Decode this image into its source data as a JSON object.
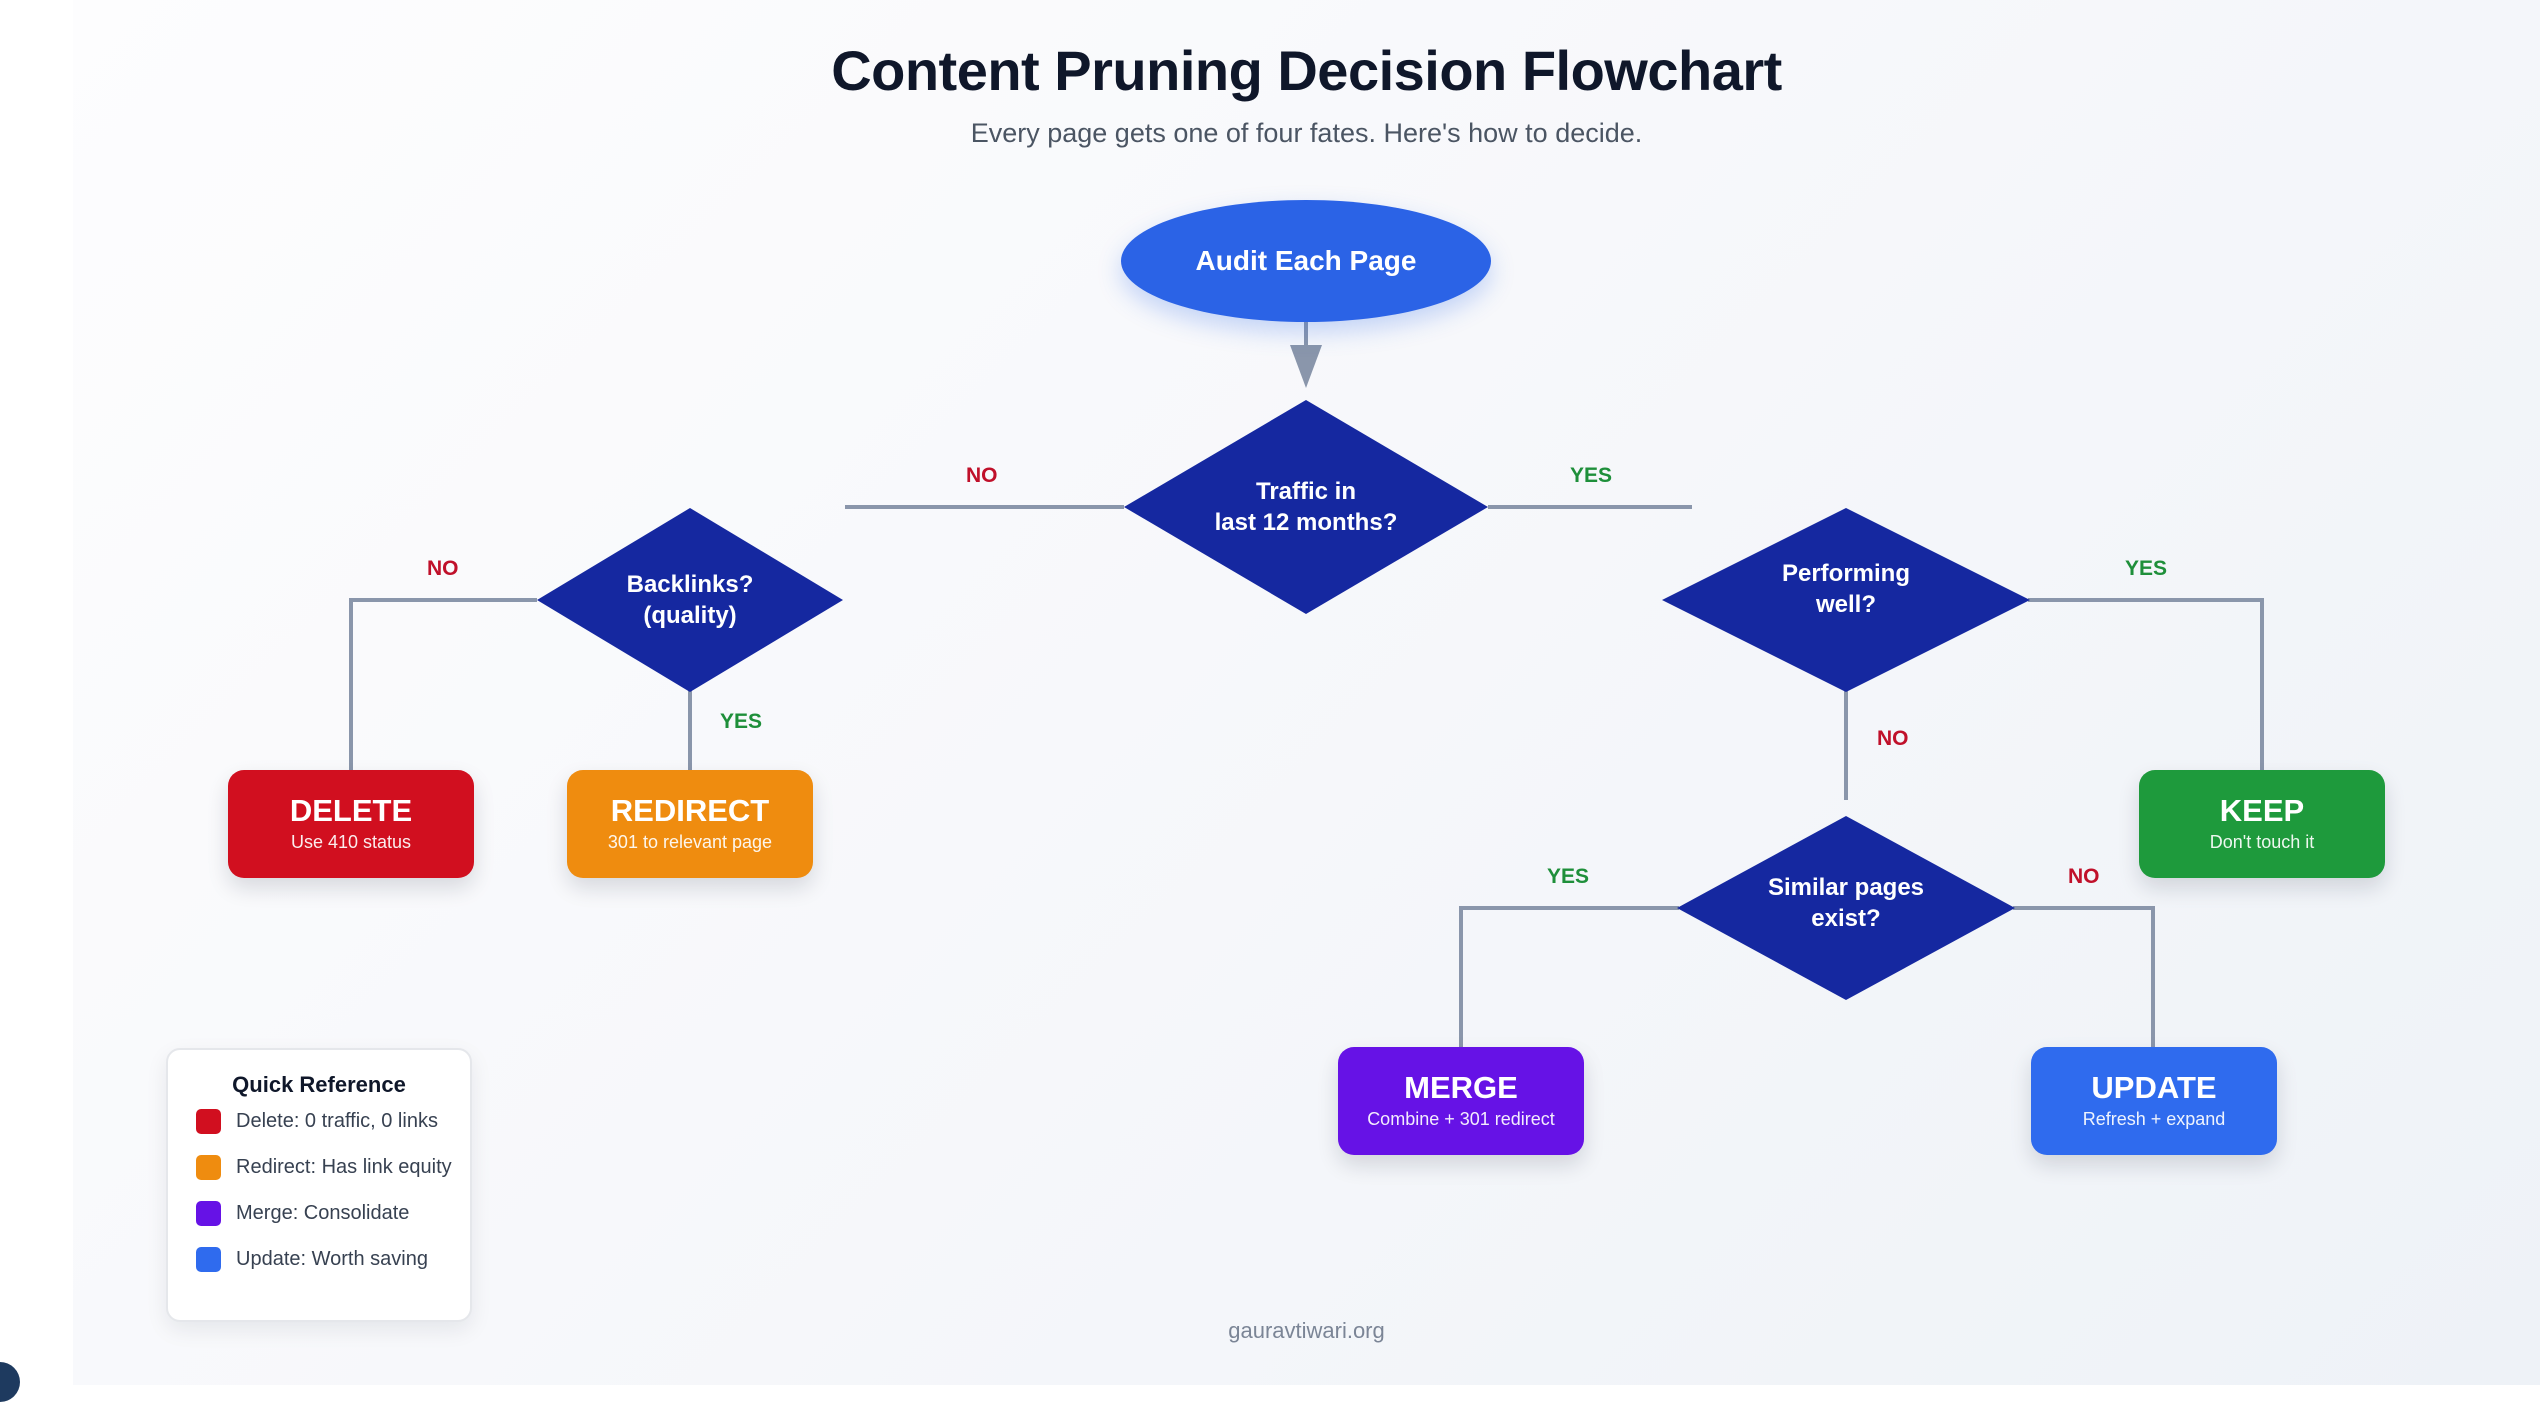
{
  "header": {
    "title": "Content Pruning Decision Flowchart",
    "subtitle": "Every page gets one of four fates. Here's how to decide."
  },
  "start": {
    "label": "Audit Each Page",
    "color": "#2b63e6"
  },
  "decisions": {
    "traffic": {
      "line1": "Traffic in",
      "line2": "last 12 months?"
    },
    "backlinks": {
      "line1": "Backlinks?",
      "line2": "(quality)"
    },
    "performing": {
      "line1": "Performing",
      "line2": "well?"
    },
    "similar": {
      "line1": "Similar pages",
      "line2": "exist?"
    },
    "color": "#1528a0"
  },
  "branch_labels": {
    "traffic_no": "NO",
    "traffic_yes": "YES",
    "backlinks_no": "NO",
    "backlinks_yes": "YES",
    "performing_yes": "YES",
    "performing_no": "NO",
    "similar_yes": "YES",
    "similar_no": "NO"
  },
  "outcomes": {
    "delete": {
      "title": "DELETE",
      "subtitle": "Use 410 status",
      "color": "#d10f1f"
    },
    "redirect": {
      "title": "REDIRECT",
      "subtitle": "301 to relevant page",
      "color": "#ef8c0f"
    },
    "keep": {
      "title": "KEEP",
      "subtitle": "Don't touch it",
      "color": "#1e9a3c"
    },
    "merge": {
      "title": "MERGE",
      "subtitle": "Combine + 301 redirect",
      "color": "#6612e6"
    },
    "update": {
      "title": "UPDATE",
      "subtitle": "Refresh + expand",
      "color": "#2f6bee"
    }
  },
  "legend": {
    "title": "Quick Reference",
    "items": [
      {
        "label": "Delete: 0 traffic, 0 links",
        "color": "#d10f1f"
      },
      {
        "label": "Redirect: Has link equity",
        "color": "#ef8c0f"
      },
      {
        "label": "Merge: Consolidate",
        "color": "#6612e6"
      },
      {
        "label": "Update: Worth saving",
        "color": "#2f6bee"
      }
    ]
  },
  "footer": {
    "credit": "gauravtiwari.org"
  },
  "colors": {
    "connector": "#8a96ab",
    "yes": "#1e8f3a",
    "no": "#c0102a"
  }
}
